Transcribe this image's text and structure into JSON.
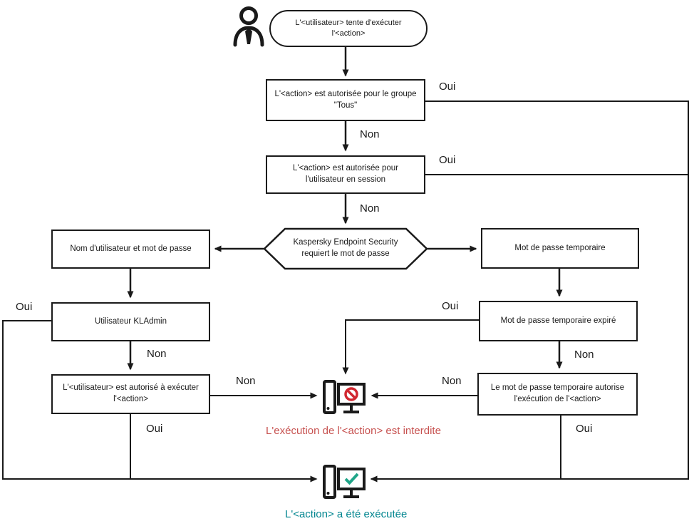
{
  "diagram": {
    "title_hint": "Kaspersky Endpoint Security password authorization flowchart (French)",
    "nodes": {
      "start": "L'<utilisateur> tente d'exécuter l'<action>",
      "group_check": "L'<action> est autorisée pour le groupe \"Tous\"",
      "session_check": "L'<action> est autorisée pour l'utilisateur en session",
      "password_required": "Kaspersky Endpoint Security requiert le mot de passe",
      "credentials": "Nom d'utilisateur et mot de passe",
      "kladmin": "Utilisateur KLAdmin",
      "user_allowed": "L'<utilisateur> est autorisé à exécuter l'<action>",
      "temp_password": "Mot de passe temporaire",
      "temp_expired": "Mot de passe temporaire expiré",
      "temp_allows": "Le mot de passe temporaire autorise l'exécution de l'<action>"
    },
    "outcomes": {
      "denied": "L'exécution de l'<action> est interdite",
      "executed": "L'<action> a été exécutée"
    },
    "edges": [
      {
        "from": "group_check",
        "to": "executed",
        "label": "Oui"
      },
      {
        "from": "group_check",
        "to": "session_check",
        "label": "Non"
      },
      {
        "from": "session_check",
        "to": "executed",
        "label": "Oui"
      },
      {
        "from": "session_check",
        "to": "password_required",
        "label": "Non"
      },
      {
        "from": "kladmin",
        "to": "executed",
        "label": "Oui"
      },
      {
        "from": "kladmin",
        "to": "user_allowed",
        "label": "Non"
      },
      {
        "from": "user_allowed",
        "to": "denied",
        "label": "Non"
      },
      {
        "from": "user_allowed",
        "to": "executed",
        "label": "Oui"
      },
      {
        "from": "temp_expired",
        "to": "denied",
        "label": "Oui"
      },
      {
        "from": "temp_expired",
        "to": "temp_allows",
        "label": "Non"
      },
      {
        "from": "temp_allows",
        "to": "denied",
        "label": "Non"
      },
      {
        "from": "temp_allows",
        "to": "executed",
        "label": "Oui"
      }
    ],
    "icons": {
      "user": "user-icon",
      "denied_computer": "computer-denied-icon",
      "success_computer": "computer-success-icon"
    },
    "colors": {
      "line": "#1a1a1a",
      "denied_text": "#c75250",
      "success_text": "#00858f",
      "prohibition_sign": "#d12730",
      "checkmark": "#1fa588"
    }
  }
}
